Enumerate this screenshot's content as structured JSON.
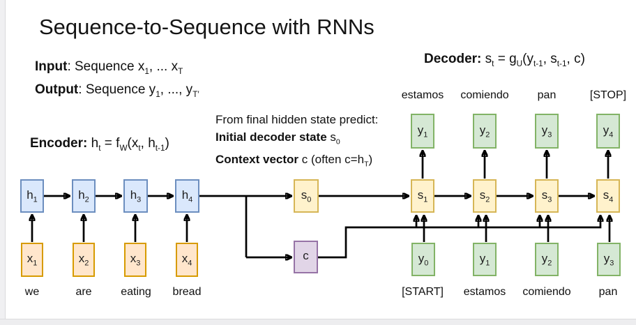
{
  "title": "Sequence-to-Sequence with RNNs",
  "header": {
    "input_line": {
      "bold": "Input",
      "text1": ": Sequence x",
      "sub1": "1",
      "text2": ", ... x",
      "sub2": "T"
    },
    "output_line": {
      "bold": "Output",
      "text1": ": Sequence y",
      "sub1": "1",
      "text2": ", ..., y",
      "sub2": "T′"
    },
    "decoder_formula": {
      "bold": "Decoder:",
      "t1": " s",
      "s1": "t",
      "t2": " = g",
      "s2": "U",
      "t3": "(y",
      "s3": "t-1",
      "t4": ", s",
      "s4": "t-1",
      "t5": ", c)"
    },
    "encoder_formula": {
      "bold": "Encoder:",
      "t1": " h",
      "s1": "t",
      "t2": " = f",
      "s2": "W",
      "t3": "(x",
      "s3": "t",
      "t4": ", h",
      "s4": "t-1",
      "t5": ")"
    }
  },
  "predict_note": {
    "line1": "From final hidden state predict:",
    "line2": {
      "bold": "Initial decoder state",
      "t1": " s",
      "s1": "0"
    },
    "line3": {
      "bold": "Context vector",
      "t1": " c (often c=h",
      "s1": "T",
      "t2": ")"
    }
  },
  "diagram": {
    "encoder_hidden": [
      {
        "base": "h",
        "sub": "1"
      },
      {
        "base": "h",
        "sub": "2"
      },
      {
        "base": "h",
        "sub": "3"
      },
      {
        "base": "h",
        "sub": "4"
      }
    ],
    "encoder_inputs": [
      {
        "base": "x",
        "sub": "1"
      },
      {
        "base": "x",
        "sub": "2"
      },
      {
        "base": "x",
        "sub": "3"
      },
      {
        "base": "x",
        "sub": "4"
      }
    ],
    "input_words": [
      "we",
      "are",
      "eating",
      "bread"
    ],
    "decoder_states": [
      {
        "base": "s",
        "sub": "0"
      },
      {
        "base": "s",
        "sub": "1"
      },
      {
        "base": "s",
        "sub": "2"
      },
      {
        "base": "s",
        "sub": "3"
      },
      {
        "base": "s",
        "sub": "4"
      }
    ],
    "context_vector": {
      "base": "c",
      "sub": ""
    },
    "decoder_outputs": [
      {
        "base": "y",
        "sub": "1"
      },
      {
        "base": "y",
        "sub": "2"
      },
      {
        "base": "y",
        "sub": "3"
      },
      {
        "base": "y",
        "sub": "4"
      }
    ],
    "decoder_inputs": [
      {
        "base": "y",
        "sub": "0"
      },
      {
        "base": "y",
        "sub": "1"
      },
      {
        "base": "y",
        "sub": "2"
      },
      {
        "base": "y",
        "sub": "3"
      }
    ],
    "output_words_top": [
      "estamos",
      "comiendo",
      "pan",
      "[STOP]"
    ],
    "input_words_bottom": [
      "[START]",
      "estamos",
      "comiendo",
      "pan"
    ]
  },
  "colors": {
    "hidden_fill": "#dae8fc",
    "hidden_stroke": "#6c8ebf",
    "input_fill": "#ffe6cc",
    "input_stroke": "#d79b00",
    "state_fill": "#fff2cc",
    "state_stroke": "#d6b656",
    "output_fill": "#d5e8d4",
    "output_stroke": "#82b366",
    "context_fill": "#e1d5e7",
    "context_stroke": "#9673a6",
    "arrow": "#000000"
  }
}
